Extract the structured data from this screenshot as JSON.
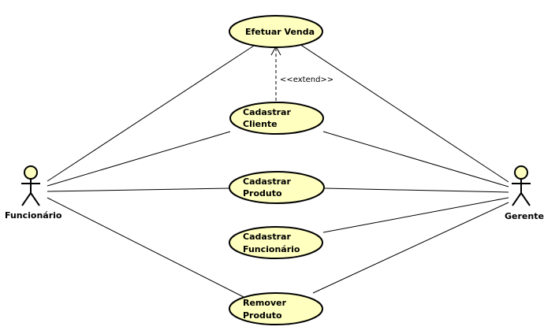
{
  "actors": {
    "funcionario": "Funcionário",
    "gerente": "Gerente"
  },
  "use_cases": {
    "efetuar_venda": [
      "Efetuar Venda"
    ],
    "cadastrar_cliente": [
      "Cadastrar",
      "Cliente"
    ],
    "cadastrar_produto": [
      "Cadastrar",
      "Produto"
    ],
    "cadastrar_funcionario": [
      "Cadastrar",
      "Funcionário"
    ],
    "remover_produto": [
      "Remover",
      "Produto"
    ]
  },
  "relations": {
    "extend_label": "<<extend>>"
  },
  "colors": {
    "fill": "#ffffc0",
    "stroke": "#000000"
  }
}
